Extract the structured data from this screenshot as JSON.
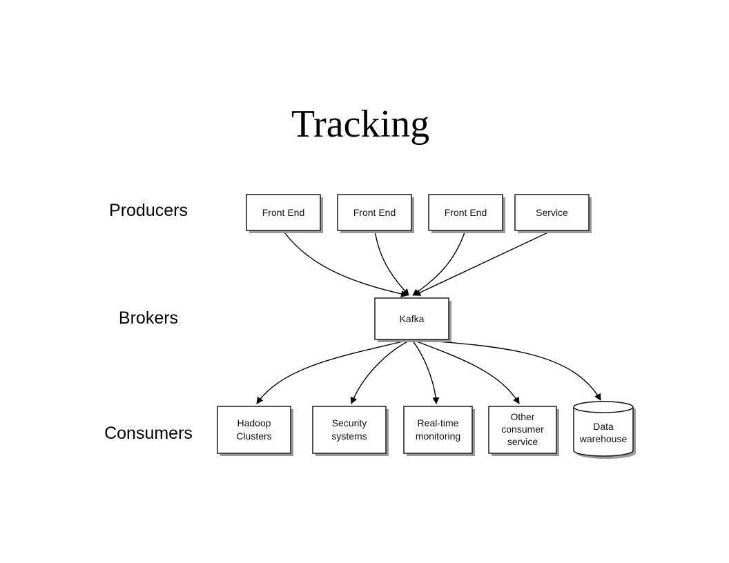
{
  "title": "Tracking",
  "rows": {
    "producers": "Producers",
    "brokers": "Brokers",
    "consumers": "Consumers"
  },
  "nodes": {
    "producer_1": [
      "Front End"
    ],
    "producer_2": [
      "Front End"
    ],
    "producer_3": [
      "Front End"
    ],
    "producer_4": [
      "Service"
    ],
    "broker": [
      "Kafka"
    ],
    "consumer_1": [
      "Hadoop",
      "Clusters"
    ],
    "consumer_2": [
      "Security",
      "systems"
    ],
    "consumer_3": [
      "Real-time",
      "monitoring"
    ],
    "consumer_4": [
      "Other",
      "consumer",
      "service"
    ],
    "consumer_5": [
      "Data",
      "warehouse"
    ]
  },
  "edges": [
    [
      "producer_1",
      "broker"
    ],
    [
      "producer_2",
      "broker"
    ],
    [
      "producer_3",
      "broker"
    ],
    [
      "producer_4",
      "broker"
    ],
    [
      "broker",
      "consumer_1"
    ],
    [
      "broker",
      "consumer_2"
    ],
    [
      "broker",
      "consumer_3"
    ],
    [
      "broker",
      "consumer_4"
    ],
    [
      "broker",
      "consumer_5"
    ]
  ]
}
